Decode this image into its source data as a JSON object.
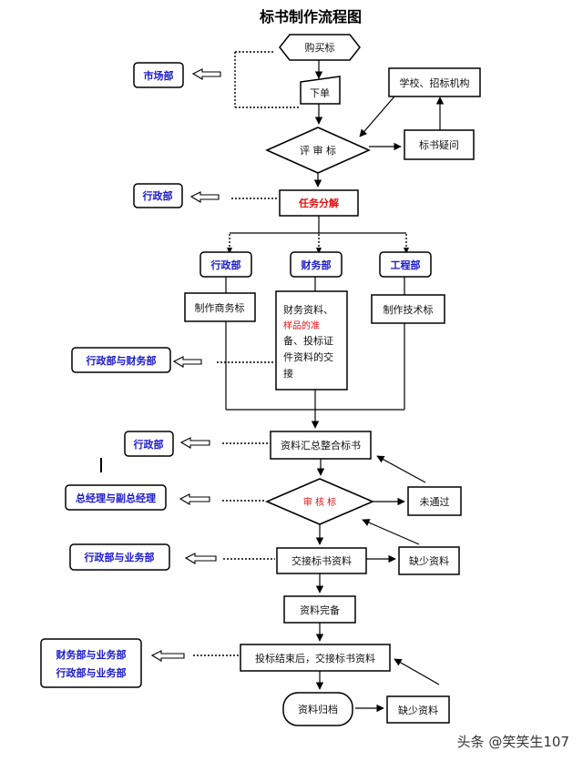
{
  "title": "标书制作流程图",
  "nodes": {
    "buy": "购买标",
    "order": "下单",
    "school": "学校、招标机构",
    "review_bid": "评 审 标",
    "query": "标书疑问",
    "task": "任务分解",
    "make_business": "制作商务标",
    "finance_lines": [
      "财务资料、",
      "样品的准",
      "备、投标证",
      "件资料的交",
      "接"
    ],
    "make_tech": "制作技术标",
    "merge": "资料汇总整合标书",
    "audit": "审 核 标",
    "fail": "未通过",
    "handover": "交接标书资料",
    "missing1": "缺少资料",
    "ready": "资料完备",
    "after_bid": "投标结束后，交接标书资料",
    "archive": "资料归档",
    "missing2": "缺少资料"
  },
  "departments": {
    "market": "市场部",
    "admin1": "行政部",
    "admin_branch": "行政部",
    "finance_branch": "财务部",
    "engineering_branch": "工程部",
    "admin_finance": "行政部与财务部",
    "admin2": "行政部",
    "gm": "总经理与副总经理",
    "admin_business": "行政部与业务部",
    "finance_business": "财务部与业务部",
    "admin_business2": "行政部与业务部"
  },
  "watermark": "头条 @笑笑生107",
  "colors": {
    "department_text": "#1a1acc",
    "highlight_text": "#e01010",
    "line": "#000000"
  }
}
